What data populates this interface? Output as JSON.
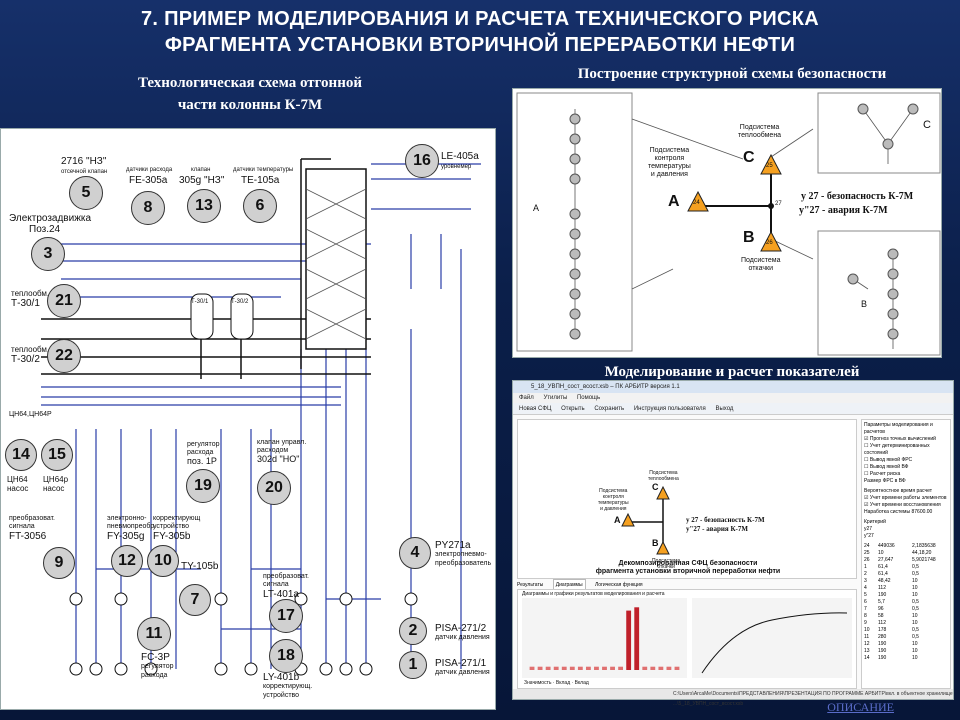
{
  "title_line1": "7. ПРИМЕР МОДЕЛИРОВАНИЯ И РАСЧЕТА ТЕХНИЧЕСКОГО РИСКА",
  "title_line2": "ФРАГМЕНТА УСТАНОВКИ ВТОРИЧНОЙ ПЕРЕРАБОТКИ НЕФТИ",
  "left_heading_1": "Технологическая схема отгонной",
  "left_heading_2": "части колонны К-7М",
  "right_heading_top": "Построение структурной схемы безопасности",
  "right_heading_bottom": "Моделирование и расчет показателей",
  "description_link": "ОПИСАНИЕ",
  "scheme": {
    "c1": "1",
    "c2": "2",
    "c3": "3",
    "c4": "4",
    "c5": "5",
    "c6": "6",
    "c7": "7",
    "c8": "8",
    "c9": "9",
    "c10": "10",
    "c11": "11",
    "c12": "12",
    "c13": "13",
    "c14": "14",
    "c15": "15",
    "c16": "16",
    "c17": "17",
    "c18": "18",
    "c19": "19",
    "c20": "20",
    "c21": "21",
    "c22": "22",
    "l_2716": "2716 \"НЗ\"",
    "l_2716b": "отсечной клапан",
    "l_sens": "датчики расхода",
    "l_fe": "FE-305а",
    "l_valve": "клапан",
    "l_305": "305g \"НЗ\"",
    "l_temp": "датчики температуры",
    "l_te": "TE-105a",
    "l_le": "LE-405a",
    "l_le2": "уровнемер",
    "l_ez": "Электрозадвижка",
    "l_ez2": "Поз.24",
    "l_t301a": "теплообм.",
    "l_t301": "Т-30/1",
    "l_t302a": "теплообм.",
    "l_t302": "Т-30/2",
    "l_ch": "ЦН64,ЦН64Р",
    "l_n14a": "ЦН64",
    "l_n14b": "насос",
    "l_n15a": "ЦН64р",
    "l_n15b": "насос",
    "l_reg1": "регулятор",
    "l_reg2": "расхода",
    "l_reg3": "поз. 1Р",
    "l_kl1": "клапан управл.",
    "l_kl2": "расходом",
    "l_kl3": "302d \"НО\"",
    "l_ft1": "преобразоват.",
    "l_ft2": "сигнала",
    "l_ft": "FT-3056",
    "l_fy1": "электронно-",
    "l_fy2": "пневмопреобр.",
    "l_fy": "FY-305g",
    "l_fyb1": "корректирующ",
    "l_fyb2": "устройство",
    "l_fyb": "FY-305b",
    "l_ty": "TY-105b",
    "l_fc": "FC-3P",
    "l_fc2": "регулятор",
    "l_fc3": "расхода",
    "l_lt1": "преобразоват.",
    "l_lt2": "сигнала",
    "l_lt": "LT-401a",
    "l_ly": "LY-401b",
    "l_ly2": "корректирующ.",
    "l_ly3": "устройство",
    "l_py": "PY271a",
    "l_py2": "электропневмо-",
    "l_py3": "преобразователь",
    "l_pisa2": "PISA-271/2",
    "l_pisa2b": "датчик давления",
    "l_pisa1": "PISA-271/1",
    "l_pisa1b": "датчик давления",
    "l_tk1": "Т-30/1",
    "l_tk2": "Т-30/2"
  },
  "struct": {
    "sub_c1": "Подсистема",
    "sub_c2": "теплообмена",
    "sub_a1": "Подсистема",
    "sub_a2": "контроля",
    "sub_a3": "температуры",
    "sub_a4": "и давления",
    "sub_b1": "Подсистема",
    "sub_b2": "откачки",
    "node_a": "24",
    "node_b": "26",
    "node_c": "25",
    "node_27": "27",
    "letter_a": "А",
    "letter_b": "В",
    "letter_c": "С",
    "y27": "y 27 - безопасность К-7М",
    "y27b": "y\"27 - авария К-7М"
  },
  "app": {
    "window_title": "5_18_УВПН_сост_всост.xsb – ПК АРБИТР версия 1.1",
    "menu": [
      "Файл",
      "Утилиты",
      "Помощь"
    ],
    "toolbar": [
      "Новая СФЦ",
      "Открыть",
      "Сохранить",
      "Инструкция пользователя",
      "Выход"
    ],
    "caption1": "Декомпозированная СФЦ безопасности",
    "caption2": "фрагмента установки вторичной переработки нефти",
    "tabs": [
      "Результаты",
      "Диаграммы",
      "Логическая функция"
    ],
    "chart_title": "Диаграммы и графики результатов моделирования и расчета",
    "settings_title": "Параметры моделирования и расчетов",
    "settings": [
      "Прогноз точных вычислений",
      "Учет детерминированных состояний",
      "Вывод явной ФРС",
      "Вывод явной ВФ",
      "Расчет риска",
      "Размер ФРС в ВФ"
    ],
    "options_title": "Вероятностное время расчет",
    "options": [
      "Учет времени работы элементов",
      "Учет времени восстановления"
    ],
    "period": "Наработка системы",
    "period_val": "87600.00",
    "criteria": "Критерий",
    "crit1": "y27",
    "crit2": "y\"27",
    "table": [
      [
        "24",
        "449036",
        "2,1835638"
      ],
      [
        "25",
        "10",
        "44,18,20"
      ],
      [
        "26",
        "27,647",
        "5,9021748"
      ],
      [
        "1",
        "61,4",
        "0,5"
      ],
      [
        "2",
        "61,4",
        "0,5"
      ],
      [
        "3",
        "48,42",
        "10"
      ],
      [
        "4",
        "112",
        "10"
      ],
      [
        "5",
        "190",
        "10"
      ],
      [
        "6",
        "5,7",
        "0,5"
      ],
      [
        "7",
        "96",
        "0,5"
      ],
      [
        "8",
        "58",
        "10"
      ],
      [
        "9",
        "112",
        "10"
      ],
      [
        "10",
        "178",
        "0,5"
      ],
      [
        "11",
        "280",
        "0,5"
      ],
      [
        "12",
        "190",
        "10"
      ],
      [
        "13",
        "190",
        "10"
      ],
      [
        "14",
        "190",
        "10"
      ]
    ],
    "status": "C:\\Users\\ArcaMe\\Documents\\ПРЕДСТАВЛЕНИЯ\\ПРЕЗЕНТАЦИЯ ПО ПРОГРАММЕ АРБИТР\\вкл. в объектное хранилище ...\\5_18_УВПН_сост_всост.xsb",
    "legend": [
      "Значимость",
      "Вклад",
      "Вклад"
    ],
    "bar_values": [
      0.05,
      0.05,
      0.05,
      0.05,
      0.05,
      0.05,
      0.05,
      0.05,
      0.05,
      0.05,
      0.05,
      0.05,
      0.9,
      0.95,
      0.05,
      0.05,
      0.05,
      0.05,
      0.05
    ]
  }
}
